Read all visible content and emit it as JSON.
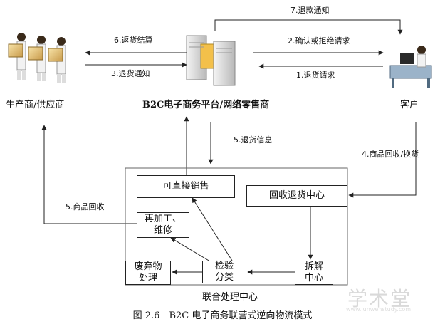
{
  "nodes": {
    "supplier": "生产商/供应商",
    "platform": "B2C电子商务平台/网络零售商",
    "customer": "客户"
  },
  "edges": {
    "refund_notice": "7.退款通知",
    "return_settlement": "6.返货结算",
    "return_notice": "3.退货通知",
    "confirm_reject": "2.确认或拒绝请求",
    "return_request": "1.退货请求",
    "return_info": "5.退货信息",
    "goods_recycle": "4.商品回收/换货",
    "goods_recovery": "5.商品回收"
  },
  "center": {
    "title": "联合处理中心",
    "direct_sale": "可直接销售",
    "recycle_center": "回收退货中心",
    "reprocess_line1": "再加工、",
    "reprocess_line2": "维修",
    "waste_line1": "废弃物",
    "waste_line2": "处理",
    "inspect_line1": "检验",
    "inspect_line2": "分类",
    "dismantle_line1": "拆解",
    "dismantle_line2": "中心"
  },
  "caption": "图 2.6　B2C 电子商务联营式逆向物流模式",
  "watermark": "学术堂",
  "watermark_url": "www.lunwenstudy.com"
}
